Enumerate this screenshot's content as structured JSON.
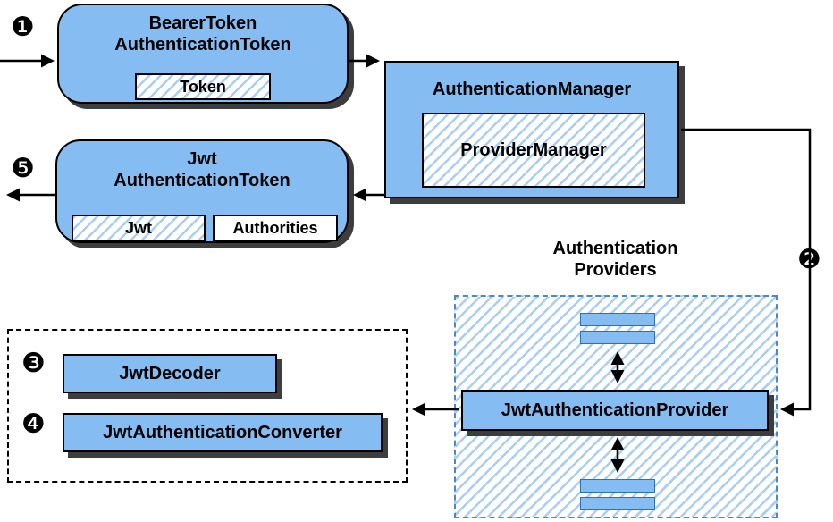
{
  "colors": {
    "node_fill": "#85bdf2",
    "hatch_stripe": "#aacdf2",
    "dashed_blue": "#4d86c9",
    "shadow_color": "#3d3d3d",
    "bar_border": "#2f6fb8"
  },
  "steps": {
    "s1": "❶",
    "s2": "❷",
    "s3": "❸",
    "s4": "❹",
    "s5": "❺"
  },
  "bearer_box": {
    "title_line1": "BearerToken",
    "title_line2": "AuthenticationToken",
    "token_label": "Token"
  },
  "manager_box": {
    "title": "AuthenticationManager",
    "inner_label": "ProviderManager"
  },
  "jwt_box": {
    "title_line1": "Jwt",
    "title_line2": "AuthenticationToken",
    "jwt_label": "Jwt",
    "authorities_label": "Authorities"
  },
  "providers": {
    "heading_line1": "Authentication",
    "heading_line2": "Providers",
    "provider_label": "JwtAuthenticationProvider"
  },
  "converters": {
    "decoder_label": "JwtDecoder",
    "converter_label": "JwtAuthenticationConverter"
  }
}
